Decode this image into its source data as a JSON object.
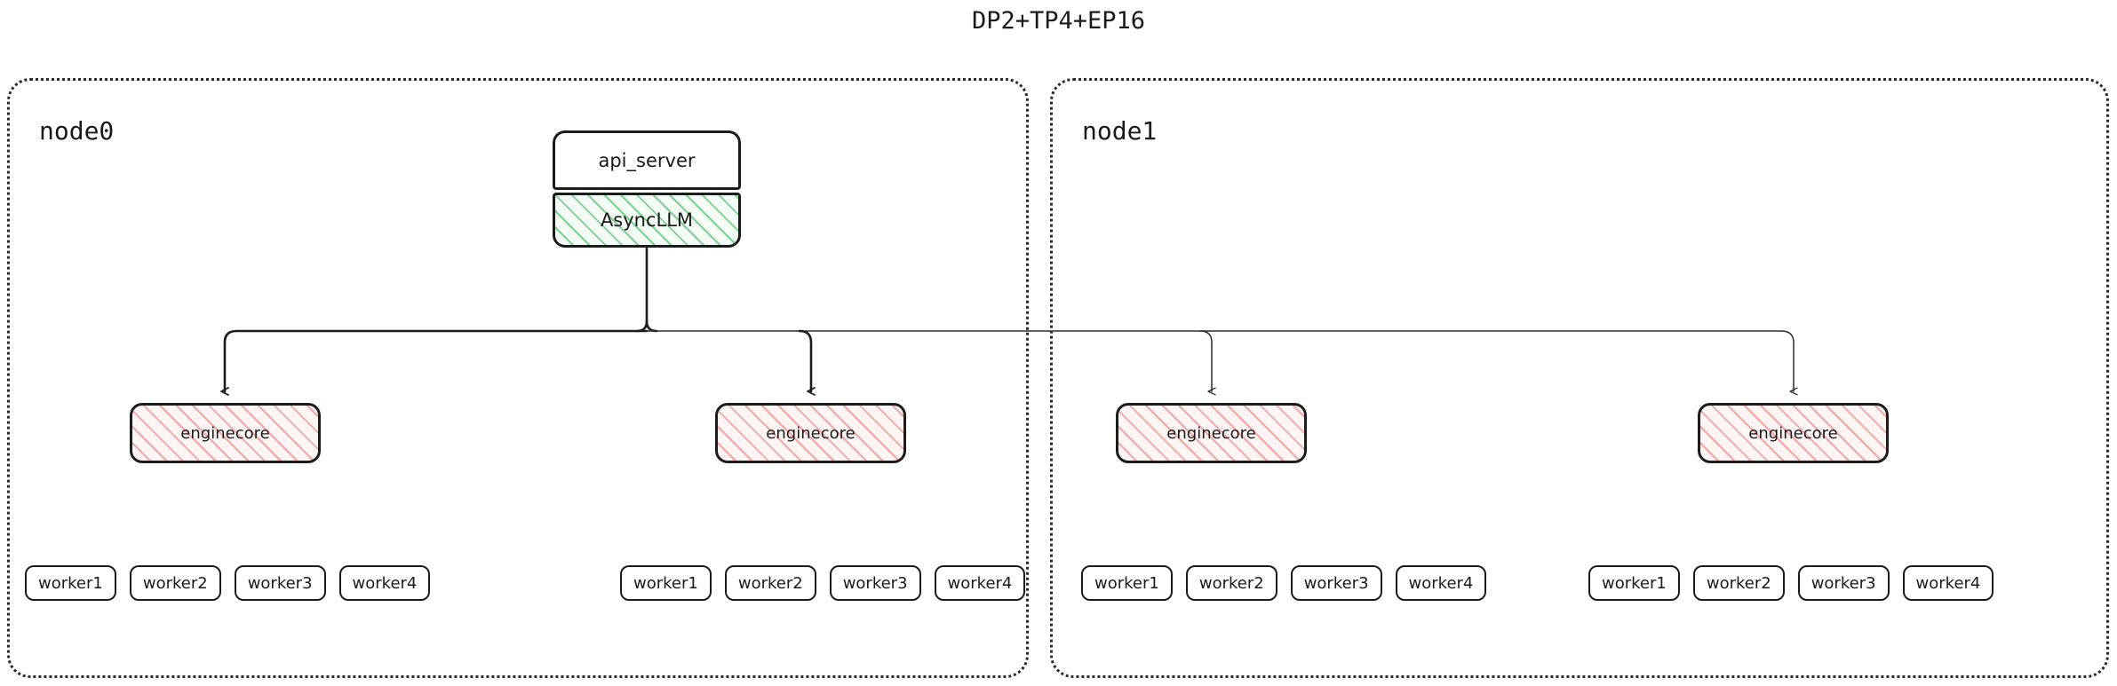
{
  "title": "DP2+TP4+EP16",
  "colors": {
    "background": "#ffffff",
    "text": "#1a1a1a",
    "box_border": "#1c1c1c",
    "node_border": "#2b2b2b",
    "asyncllm_hatch": "#78cd8c",
    "asyncllm_fill": "#f3fdf5",
    "enginecore_hatch": "#f0a09b",
    "enginecore_fill": "#fdf4f4",
    "edge": "#1c1c1c"
  },
  "nodes": [
    {
      "id": "node0",
      "label": "node0",
      "api_server": {
        "label": "api_server"
      },
      "asyncllm": {
        "label": "AsyncLLM"
      },
      "enginecores": [
        {
          "label": "enginecore"
        },
        {
          "label": "enginecore"
        }
      ],
      "worker_groups": [
        {
          "workers": [
            "worker1",
            "worker2",
            "worker3",
            "worker4"
          ]
        },
        {
          "workers": [
            "worker1",
            "worker2",
            "worker3",
            "worker4"
          ]
        }
      ]
    },
    {
      "id": "node1",
      "label": "node1",
      "enginecores": [
        {
          "label": "enginecore"
        },
        {
          "label": "enginecore"
        }
      ],
      "worker_groups": [
        {
          "workers": [
            "worker1",
            "worker2",
            "worker3",
            "worker4"
          ]
        },
        {
          "workers": [
            "worker1",
            "worker2",
            "worker3",
            "worker4"
          ]
        }
      ]
    }
  ],
  "edges": [
    {
      "from": "asyncllm",
      "to": "enginecore-0"
    },
    {
      "from": "asyncllm",
      "to": "enginecore-1"
    },
    {
      "from": "asyncllm",
      "to": "enginecore-2"
    },
    {
      "from": "asyncllm",
      "to": "enginecore-3"
    }
  ]
}
